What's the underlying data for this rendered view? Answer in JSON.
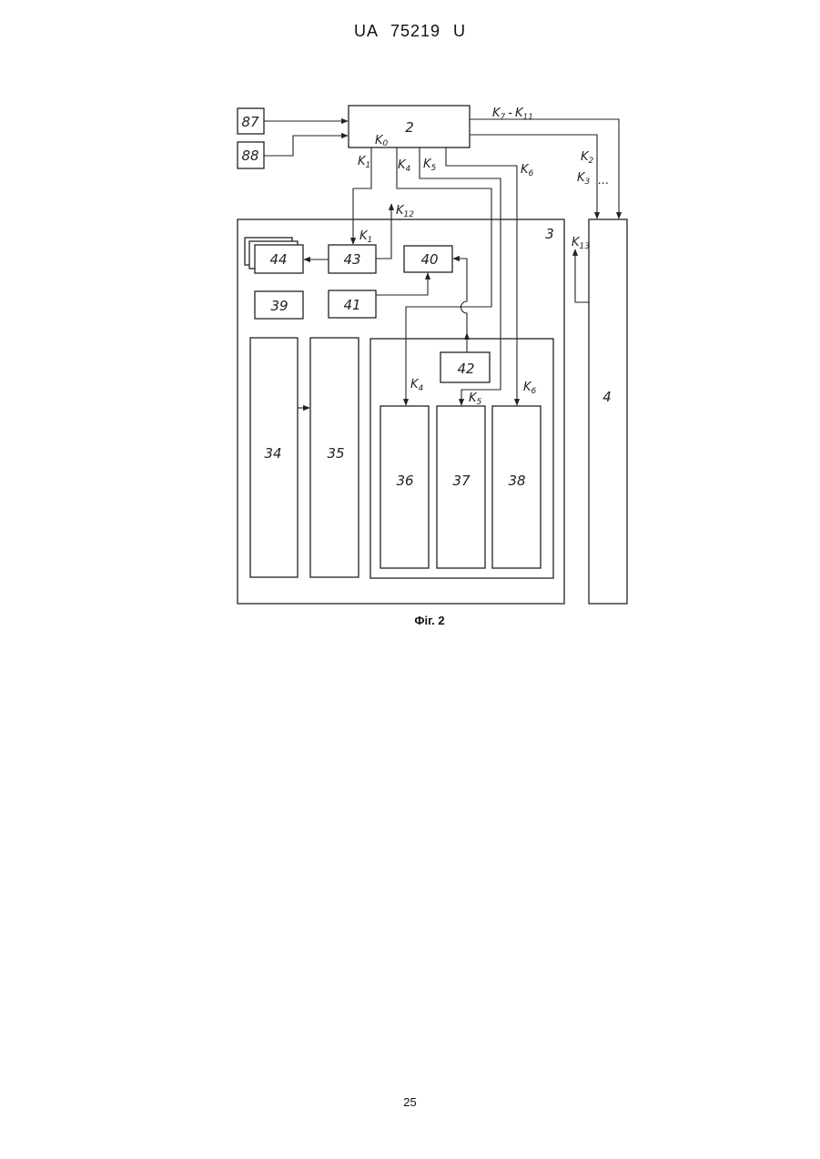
{
  "header": {
    "doc_number": "UA   75219   U"
  },
  "footer": {
    "page_number": "25"
  },
  "figure": {
    "caption": "Фіг. 2",
    "blocks": {
      "b2": "2",
      "b3": "3",
      "b4": "4",
      "b34": "34",
      "b35": "35",
      "b36": "36",
      "b37": "37",
      "b38": "38",
      "b39": "39",
      "b40": "40",
      "b41": "41",
      "b42": "42",
      "b43": "43",
      "b44": "44",
      "b87": "87",
      "b88": "88"
    },
    "signals": {
      "k_letter": "K",
      "k0": "0",
      "k1": "1",
      "k2": "2",
      "k3": "3",
      "k4": "4",
      "k5": "5",
      "k6": "6",
      "k7": "7",
      "k11": "11",
      "k12": "12",
      "k13": "13",
      "range_dash": "-",
      "ellipsis": "..."
    }
  }
}
